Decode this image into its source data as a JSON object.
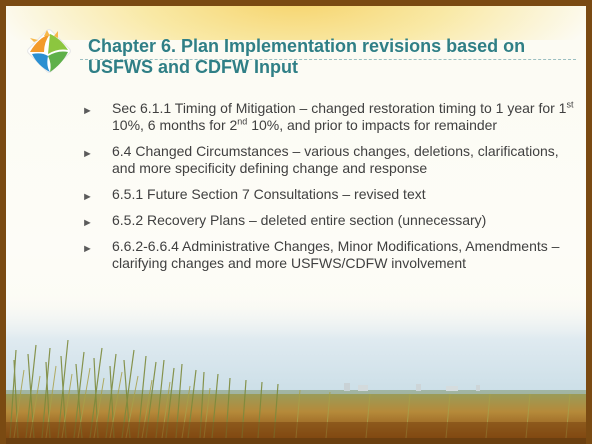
{
  "slide": {
    "title_line1": "Chapter 6. Plan Implementation revisions based on",
    "title_line2": "USFWS and CDFW Input",
    "bullets": [
      {
        "parts": {
          "a": "Sec 6.1.1 Timing of Mitigation – changed restoration timing to 1 year for 1",
          "a_sup": "st",
          "b": " 10%, 6 months for 2",
          "b_sup": "nd",
          "c": " 10%, and prior to impacts for remainder"
        }
      },
      {
        "text": "6.4 Changed Circumstances – various changes, deletions, clarifications, and more specificity defining change and response"
      },
      {
        "text": "6.5.1 Future Section 7 Consultations – revised text"
      },
      {
        "text": "6.5.2 Recovery Plans – deleted entire section (unnecessary)"
      },
      {
        "text": "6.6.2-6.6.4 Administrative Changes, Minor Modifications, Amendments – clarifying changes and more USFWS/CDFW involvement"
      }
    ],
    "bullet_marker": "►",
    "colors": {
      "title": "#2f7f86",
      "body_text": "#404040",
      "frame": "#7a4a12",
      "logo_orange": "#f39a2b",
      "logo_green": "#8cc63f",
      "logo_blue": "#2b8fd1"
    },
    "icons": {
      "logo": "leaf-sun-water-logo",
      "bullet": "triangle-right-icon"
    }
  }
}
